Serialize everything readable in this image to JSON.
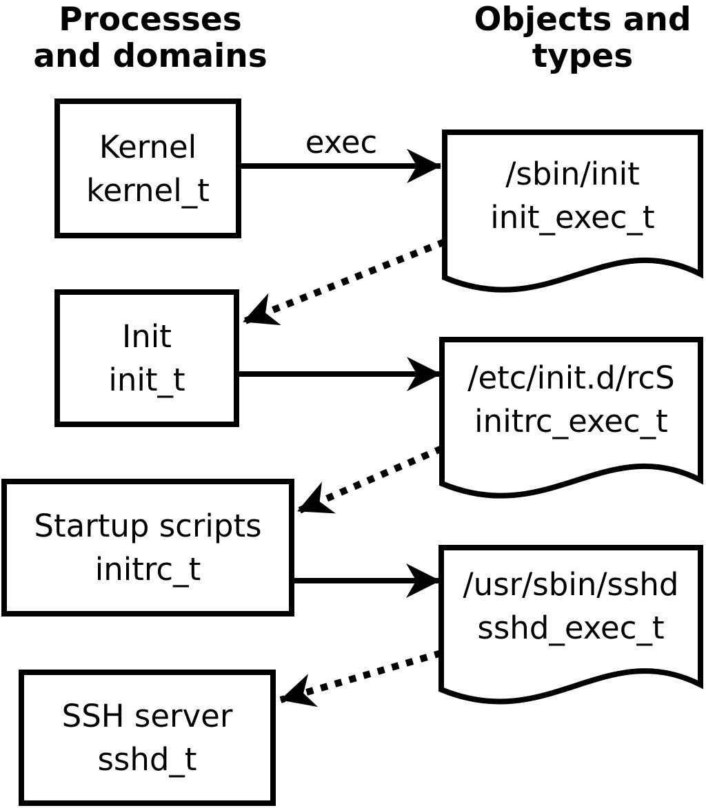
{
  "diagram": {
    "title_columns": {
      "left_header": {
        "line1": "Processes",
        "line2": "and domains"
      },
      "right_header": {
        "line1": "Objects and",
        "line2": "types"
      }
    },
    "processes": [
      {
        "name": "Kernel",
        "type": "kernel_t"
      },
      {
        "name": "Init",
        "type": "init_t"
      },
      {
        "name": "Startup scripts",
        "type": "initrc_t"
      },
      {
        "name": "SSH server",
        "type": "sshd_t"
      }
    ],
    "objects": [
      {
        "path": "/sbin/init",
        "type": "init_exec_t"
      },
      {
        "path": "/etc/init.d/rcS",
        "type": "initrc_exec_t"
      },
      {
        "path": "/usr/sbin/sshd",
        "type": "sshd_exec_t"
      }
    ],
    "edge_labels": {
      "exec": "exec"
    },
    "edges": {
      "solid": [
        "kernel_t → /sbin/init (exec)",
        "init_t → /etc/init.d/rcS",
        "initrc_t → /usr/sbin/sshd"
      ],
      "dotted": [
        "/sbin/init → init_t",
        "/etc/init.d/rcS → initrc_t",
        "/usr/sbin/sshd → sshd_t"
      ]
    },
    "colors": {
      "foreground": "#000000",
      "background": "#ffffff"
    }
  }
}
